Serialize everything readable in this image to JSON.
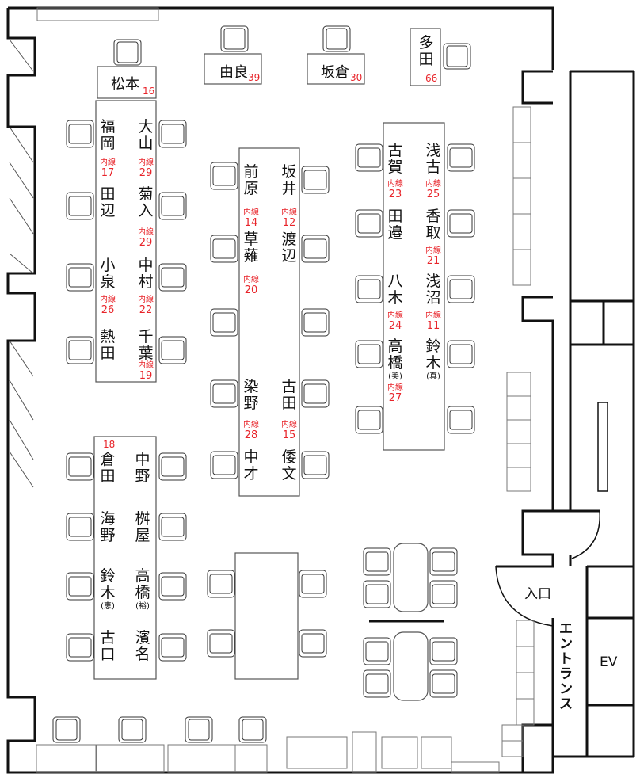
{
  "ext_prefix": "内線",
  "top_desks": [
    {
      "name": "松本",
      "ext": "16"
    },
    {
      "name": "由良",
      "ext": "39"
    },
    {
      "name": "坂倉",
      "ext": "30"
    },
    {
      "name": "多田",
      "ext": "66"
    }
  ],
  "block_a": [
    {
      "name": "福岡",
      "ext": "17"
    },
    {
      "name": "大山",
      "ext": "29"
    },
    {
      "name": "田辺"
    },
    {
      "name": "菊入",
      "ext": "29"
    },
    {
      "name": "小泉",
      "ext": "26"
    },
    {
      "name": "中村",
      "ext": "22"
    },
    {
      "name": "熱田"
    },
    {
      "name": "千葉",
      "ext": "19"
    }
  ],
  "block_b": [
    {
      "name": "前原",
      "ext": "14"
    },
    {
      "name": "坂井",
      "ext": "12"
    },
    {
      "name": "草薙",
      "ext": "20"
    },
    {
      "name": "渡辺"
    },
    {
      "name": "染野",
      "ext": "28"
    },
    {
      "name": "古田",
      "ext": "15"
    },
    {
      "name": "中才"
    },
    {
      "name": "倭文"
    }
  ],
  "block_c": [
    {
      "name": "古賀",
      "ext": "23"
    },
    {
      "name": "浅古",
      "ext": "25"
    },
    {
      "name": "田邉"
    },
    {
      "name": "香取",
      "ext": "21"
    },
    {
      "name": "八木",
      "ext": "24"
    },
    {
      "name": "浅沼",
      "ext": "11"
    },
    {
      "name": "高橋",
      "suffix": "(美)",
      "ext": "27"
    },
    {
      "name": "鈴木",
      "suffix": "(真)"
    }
  ],
  "block_d": {
    "ext": "18",
    "seats": [
      {
        "name": "倉田"
      },
      {
        "name": "中野"
      },
      {
        "name": "海野"
      },
      {
        "name": "桝屋"
      },
      {
        "name": "鈴木",
        "suffix": "(恵)"
      },
      {
        "name": "高橋",
        "suffix": "(裕)"
      },
      {
        "name": "古口"
      },
      {
        "name": "濱名"
      }
    ]
  },
  "rooms": {
    "entrance_door": "入口",
    "entrance_hall": "エントランス",
    "elevator": "EV"
  }
}
